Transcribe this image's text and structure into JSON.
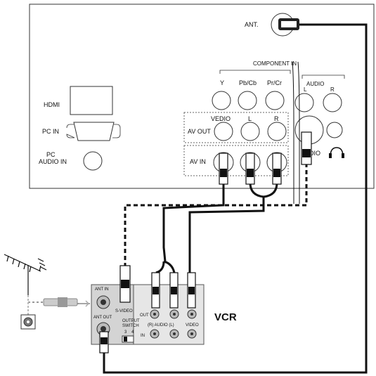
{
  "tv_panel": {
    "ant": "ANT.",
    "component_in": "COMPONENT IN",
    "y": "Y",
    "pb_cb": "Pb/Cb",
    "pr_cr": "Pr/Cr",
    "audio": "AUDIO",
    "l": "L",
    "r": "R",
    "hdmi": "HDMI",
    "pc_in": "PC IN",
    "pc_audio_in_1": "PC",
    "pc_audio_in_2": "AUDIO IN",
    "av_out": "AV OUT",
    "vedio": "VEDIO",
    "av_out_l": "L",
    "av_out_r": "R",
    "av_in": "AV IN",
    "s_video_partial": "DIO",
    "headphone_icon": "headphone-icon"
  },
  "vcr": {
    "title": "VCR",
    "ant_in": "ANT IN",
    "ant_out": "ANT OUT",
    "s_video": "S-VIDEO",
    "out": "OUT",
    "in": "IN",
    "output_switch_1": "OUTPUT",
    "output_switch_2": "SWITCH",
    "switch_3": "3",
    "switch_4": "4",
    "audio_r_l": "(R) AUDIO (L)",
    "video": "VIDEO"
  },
  "antenna": {
    "icon": "antenna-icon",
    "wall_socket_icon": "wall-socket-icon"
  }
}
